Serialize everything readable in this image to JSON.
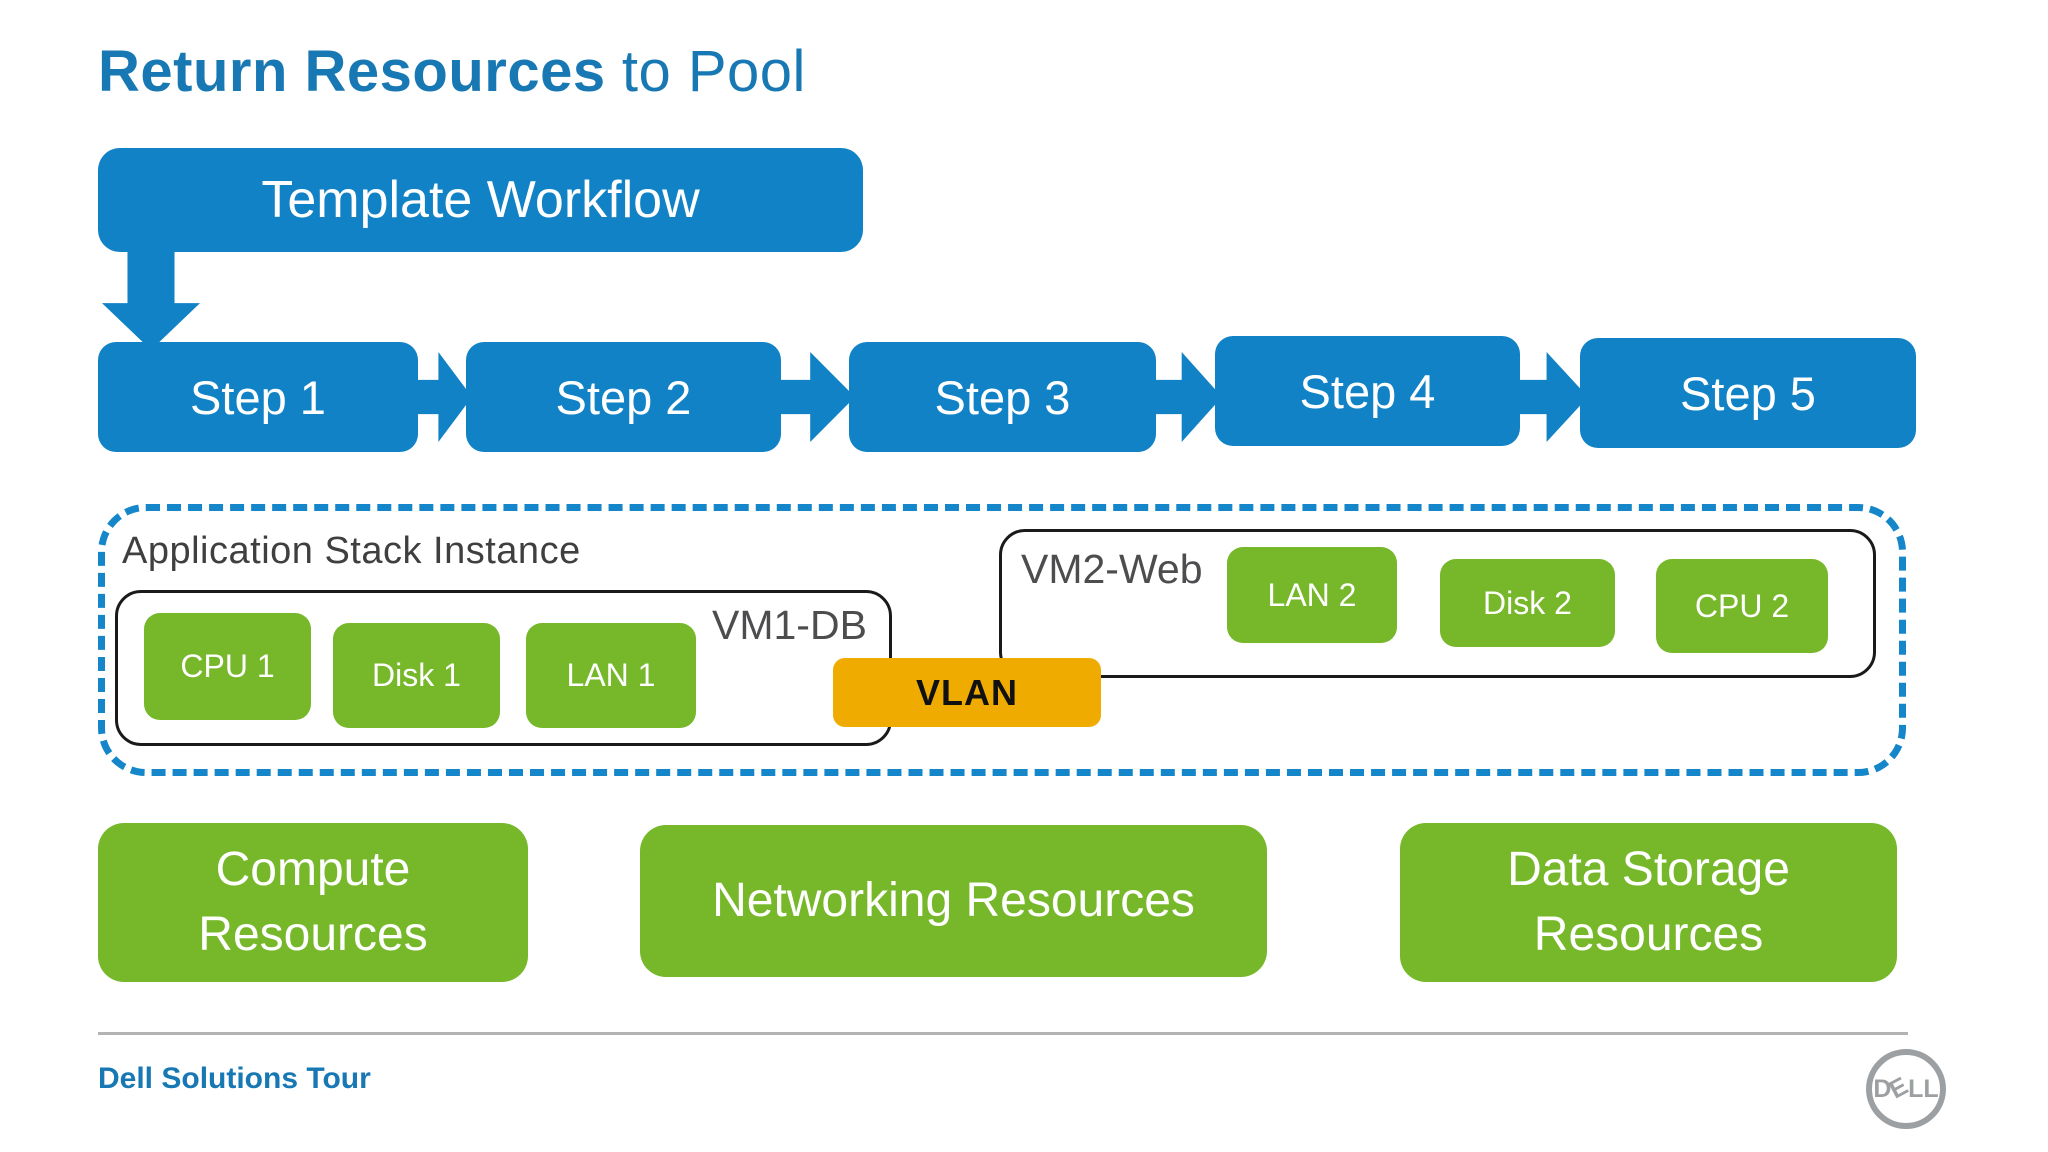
{
  "title": {
    "bold": "Return Resources",
    "rest": "to Pool"
  },
  "workflow": {
    "template_label": "Template Workflow",
    "steps": [
      "Step 1",
      "Step 2",
      "Step 3",
      "Step 4",
      "Step 5"
    ]
  },
  "stack": {
    "label": "Application Stack Instance",
    "vlan_label": "VLAN",
    "vm1": {
      "label": "VM1-DB",
      "components": [
        "CPU 1",
        "Disk 1",
        "LAN 1"
      ]
    },
    "vm2": {
      "label": "VM2-Web",
      "components": [
        "LAN 2",
        "Disk 2",
        "CPU 2"
      ]
    }
  },
  "resources": [
    "Compute Resources",
    "Networking Resources",
    "Data Storage Resources"
  ],
  "footer": {
    "text": "Dell Solutions Tour",
    "logo_letters": [
      "D",
      "E",
      "L",
      "L"
    ]
  },
  "colors": {
    "workflow_blue": "#1182c5",
    "title_blue": "#1878b3",
    "dashed_border_blue": "#1486c9",
    "component_green": "#76b82a",
    "vlan_amber": "#f0ab00",
    "vm_label_gray": "#4d4d4f",
    "logo_gray": "#9da0a3"
  }
}
